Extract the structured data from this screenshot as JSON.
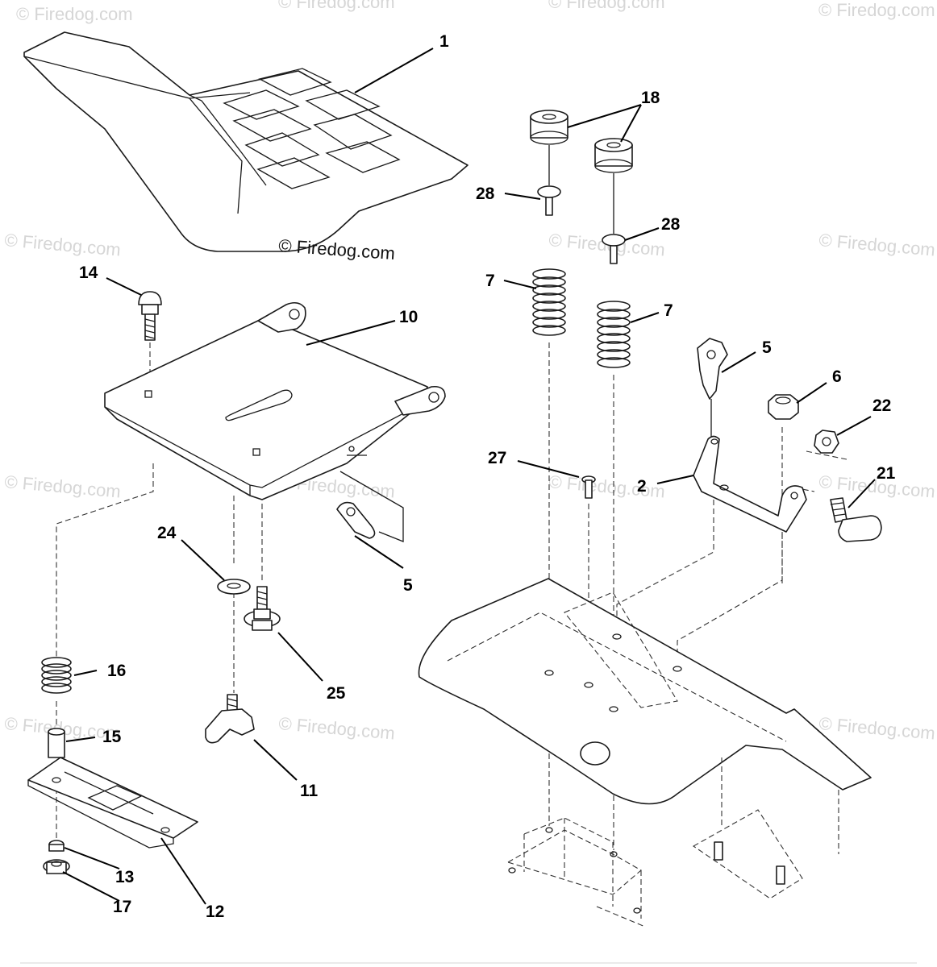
{
  "copyright_text": "© Firedog.com",
  "watermark_text": "© Firedog.com",
  "callouts": {
    "c1": "1",
    "c2": "2",
    "c5a": "5",
    "c5b": "5",
    "c6": "6",
    "c7a": "7",
    "c7b": "7",
    "c10": "10",
    "c11": "11",
    "c12": "12",
    "c13": "13",
    "c14": "14",
    "c15": "15",
    "c16": "16",
    "c17": "17",
    "c18": "18",
    "c21": "21",
    "c22": "22",
    "c24": "24",
    "c25": "25",
    "c27": "27",
    "c28a": "28",
    "c28b": "28"
  }
}
